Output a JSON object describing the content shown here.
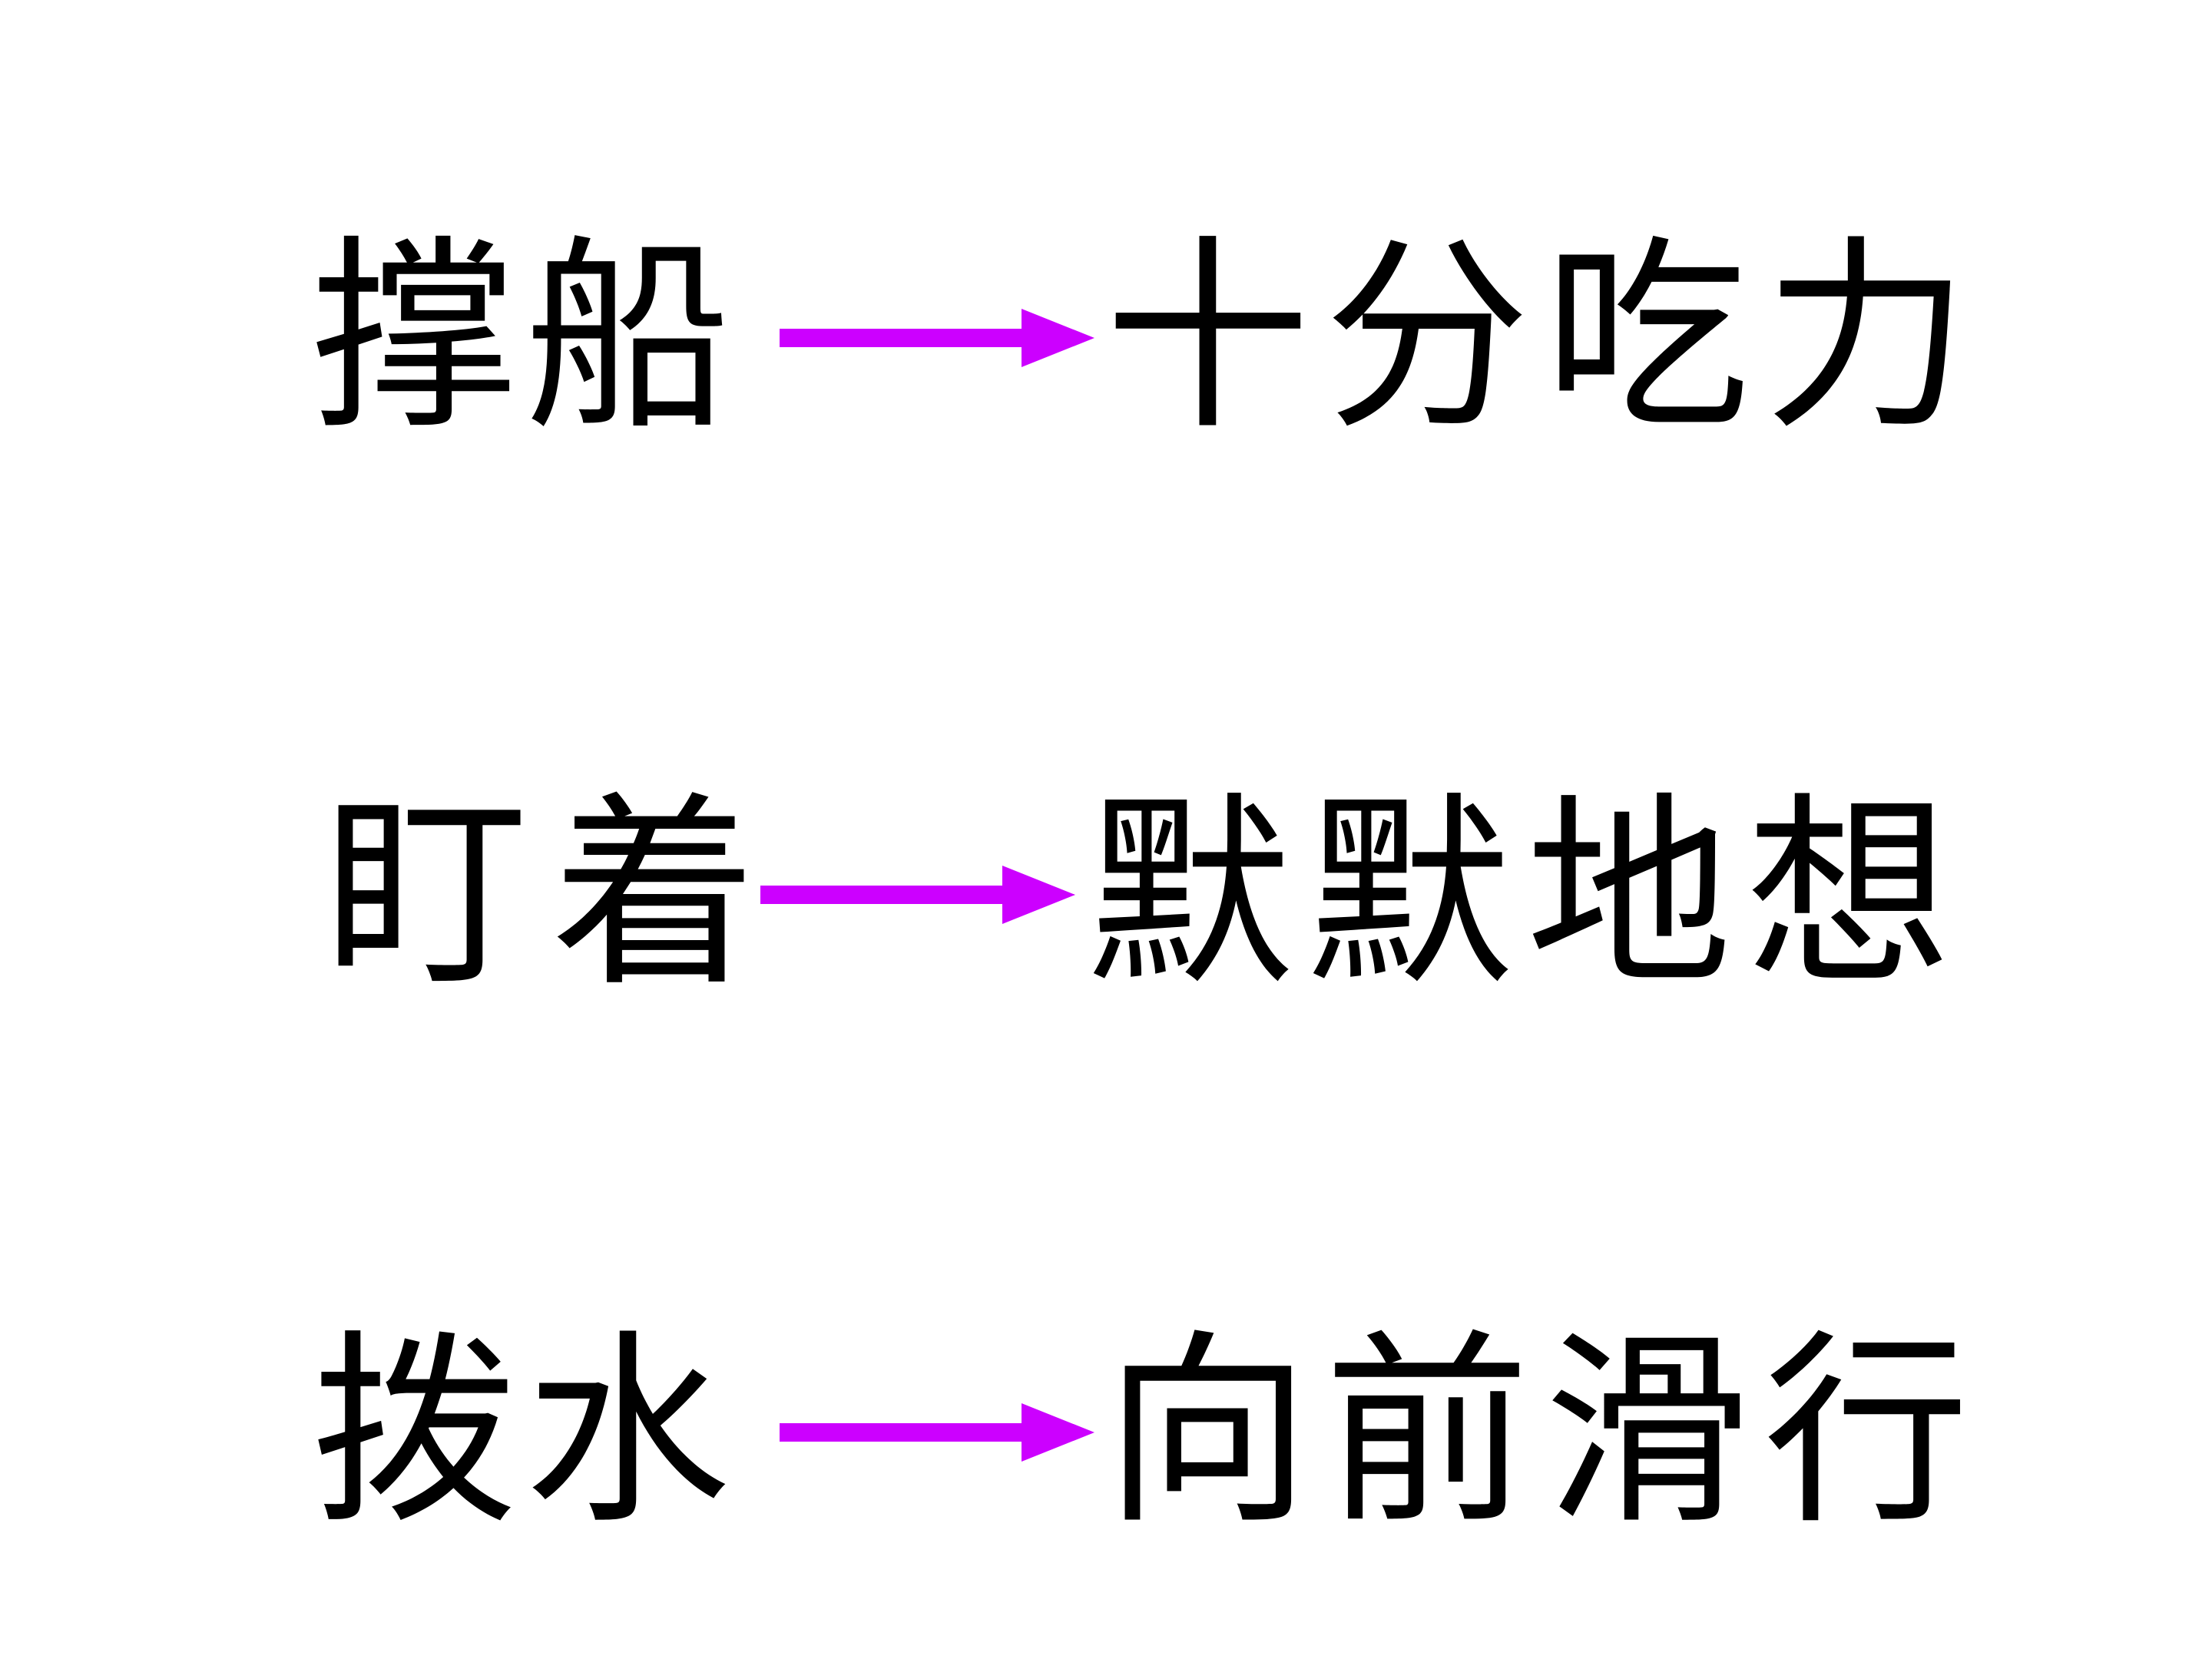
{
  "accent_color": "#CC00FF",
  "pairs": [
    {
      "left": "撑船",
      "arrow_icon": "right-arrow-icon",
      "right": "十分吃力"
    },
    {
      "left": "盯着",
      "arrow_icon": "right-arrow-icon",
      "right": "默默地想"
    },
    {
      "left": "拨水",
      "arrow_icon": "right-arrow-icon",
      "right": "向前滑行"
    }
  ]
}
